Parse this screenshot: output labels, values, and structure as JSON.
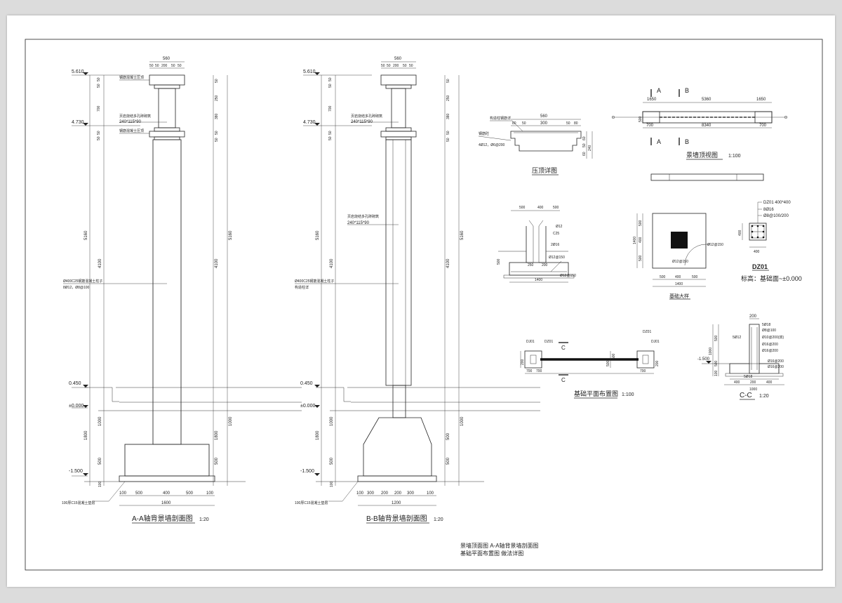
{
  "colors": {
    "page_bg": "#dcdcdc",
    "sheet": "#ffffff",
    "ink": "#222222"
  },
  "aa": {
    "title": "A-A轴背景墙剖面图",
    "scale": "1:20",
    "top_dims": [
      "560",
      "50",
      "50",
      "200",
      "50",
      "50"
    ],
    "elev_top": "5.610",
    "elev_mid": "4.730",
    "elev_450": "0.450",
    "elev_zero": "±0.000",
    "elev_bottom": "-1.500",
    "dims_left": [
      "50",
      "50",
      "700",
      "50",
      "50",
      "5160",
      "4100",
      "1000",
      "1800",
      "500",
      "100"
    ],
    "dims_right": [
      "50",
      "250",
      "380",
      "50",
      "50",
      "5160",
      "4100",
      "1000",
      "1800",
      "500",
      "100"
    ],
    "bottom_dims": [
      "100",
      "500",
      "400",
      "500",
      "100"
    ],
    "total": "1600",
    "note_cap1": "钢筋混凝土压顶",
    "note_wall": "页岩烧结多孔砖砌筑",
    "note_brick": "240*115*90",
    "note_cap2": "钢筋混凝土压顶",
    "note_col": "Ø400C25钢筋混凝土柱子",
    "note_col_rebar": "8Ø12，Ø8@100",
    "note_pad": "100厚C15混凝土垫层"
  },
  "bb": {
    "title": "B-B轴背景墙剖面图",
    "scale": "1:20",
    "top_dims": [
      "560",
      "50",
      "50",
      "200",
      "50",
      "50"
    ],
    "elev_top": "5.610",
    "elev_mid": "4.730",
    "elev_450": "0.450",
    "elev_zero": "±0.000",
    "elev_bottom": "-1.500",
    "dims_left": [
      "50",
      "50",
      "700",
      "50",
      "50",
      "5160",
      "4100",
      "1000",
      "1800",
      "500",
      "100"
    ],
    "dims_right": [
      "50",
      "250",
      "380",
      "50",
      "50",
      "5160",
      "4100",
      "1000",
      "500",
      "500",
      "100"
    ],
    "bottom_dims": [
      "100",
      "300",
      "200",
      "200",
      "300",
      "100"
    ],
    "total": "1200",
    "note_wall": "页岩烧结多孔砖砌筑",
    "note_brick": "240*115*90",
    "note_col": "Ø400C25钢筋混凝土柱子",
    "note_col2": "构造柱详",
    "note_pad": "100厚C15混凝土垫层"
  },
  "cap": {
    "title": "压顶详图",
    "dims": [
      "560",
      "80",
      "50",
      "300",
      "50",
      "80"
    ],
    "label1": "构造柱钢筋详",
    "label2": "钢筋砼",
    "label3": "4Ø12，Ø6@200",
    "side": [
      "60",
      "50",
      "60",
      "240"
    ]
  },
  "top_view": {
    "title": "景墙顶视图",
    "scale": "1:100",
    "label_a": "A",
    "label_b": "B",
    "dims_top": [
      "1650",
      "5360",
      "1650"
    ],
    "dims_bottom": [
      "700",
      "8340",
      "700"
    ],
    "left_dim": "500"
  },
  "sec_detail": {
    "dims": [
      "500",
      "400",
      "500"
    ],
    "bottom": "1400",
    "labels": [
      "Ø12",
      "Ø12@150",
      "Ø12@150",
      "2Ø16",
      "C25",
      "500",
      "250",
      "200"
    ]
  },
  "found_plan": {
    "title": "基础大样",
    "dims_side": [
      "500",
      "400",
      "500"
    ],
    "total_side": "1400",
    "dims_bottom": [
      "500",
      "400",
      "500"
    ],
    "total_bottom": "1400",
    "rebar": "Ø12@150",
    "rebar2": "Ø12@150"
  },
  "dz01": {
    "title": "DZ01",
    "spec": [
      "DZ01 400*400",
      "8Ø16",
      "Ø8@100/200"
    ],
    "dim": "400",
    "dim_side": "400",
    "elev": "标高：基础面~±0.000"
  },
  "layout": {
    "title": "基础平面布置图",
    "scale": "1:100",
    "labels": [
      "DJ01",
      "DZ01",
      "DZ01",
      "DJ01"
    ],
    "cut": "C",
    "dims": [
      "200",
      "700",
      "700",
      "500",
      "500",
      "700",
      "200"
    ]
  },
  "cc": {
    "title": "C-C",
    "scale": "1:20",
    "top": "200",
    "labels": [
      "5Ø18",
      "Ø8@100",
      "Ø10@200(双)",
      "Ø16@200",
      "Ø16@200",
      "5Ø18",
      "Ø16@200",
      "Ø16@200",
      "5Ø12"
    ],
    "dims_bottom": [
      "400",
      "200",
      "400"
    ],
    "total": "1000",
    "elev": "-1.500",
    "side": [
      "500",
      "1000",
      "500",
      "100"
    ]
  },
  "sheet_title": [
    "景墙顶面图  A-A轴背景墙剖面图",
    "基础平面布置图  做法详图"
  ]
}
